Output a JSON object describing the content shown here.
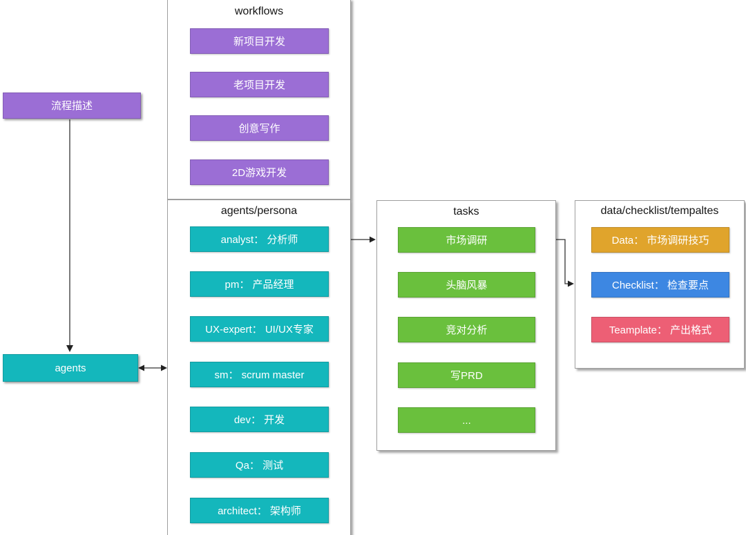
{
  "canvas": {
    "background": "#ffffff",
    "connector_color": "#333333"
  },
  "side_labels": {
    "process": {
      "label": "流程描述",
      "color": "#9b6ed5"
    },
    "agents": {
      "label": "agents",
      "color": "#14b7bc"
    }
  },
  "workflows": {
    "title": "workflows",
    "item_color": "#9b6ed5",
    "items": [
      "新项目开发",
      "老项目开发",
      "创意写作",
      "2D游戏开发"
    ]
  },
  "agents_persona": {
    "title": "agents/persona",
    "item_color": "#14b7bc",
    "items": [
      "analyst： 分析师",
      "pm： 产品经理",
      "UX-expert： UI/UX专家",
      "sm： scrum master",
      "dev： 开发",
      "Qa： 测试",
      "architect： 架构师"
    ]
  },
  "tasks": {
    "title": "tasks",
    "item_color": "#6ac03d",
    "items": [
      "市场调研",
      "头脑风暴",
      "竞对分析",
      "写PRD",
      "..."
    ]
  },
  "resources": {
    "title": "data/checklist/tempaltes",
    "items": [
      {
        "label": "Data： 市场调研技巧",
        "color": "#e0a42c"
      },
      {
        "label": "Checklist： 检查要点",
        "color": "#3d87e2"
      },
      {
        "label": "Teamplate： 产出格式",
        "color": "#ed5f75"
      }
    ]
  }
}
